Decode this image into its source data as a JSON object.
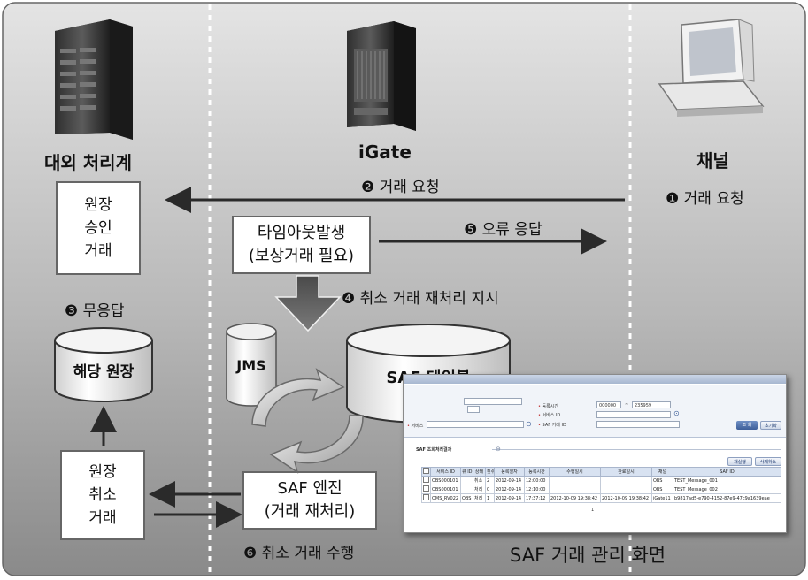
{
  "columns": {
    "external": "대외 처리계",
    "igate": "iGate",
    "channel": "채널"
  },
  "steps": {
    "s1": "❶ 거래 요청",
    "s2": "❷ 거래 요청",
    "s3": "❸ 무응답",
    "s4": "❹ 취소 거래 재처리 지시",
    "s5": "❺ 오류 응답",
    "s6": "❻ 취소 거래 수행"
  },
  "boxes": {
    "ledger_approve": [
      "원장",
      "승인",
      "거래"
    ],
    "timeout": [
      "타임아웃발생",
      "(보상거래 필요)"
    ],
    "ledger_cancel": [
      "원장",
      "취소",
      "거래"
    ],
    "saf_engine": [
      "SAF 엔진",
      "(거래 재처리)"
    ]
  },
  "databases": {
    "ledger": "해당 원장",
    "jms": "JMS",
    "saf_table": "SAF 테이블"
  },
  "saf_screen_caption": "SAF 거래 관리 화면",
  "saf_screen": {
    "label_reg_time": "등록시간",
    "reg_time_from": "000000",
    "reg_time_tilde": "~",
    "reg_time_to": "235959",
    "label_service_id": "서비스 ID",
    "label_saf_tx_id": "SAF 거래 ID",
    "label_service": "서비스",
    "btn_search": "조 회",
    "btn_reset": "초기화",
    "section_title": "SAF 조회처리결과",
    "btn_reprocess": "재실행",
    "btn_delete": "삭제하소",
    "headers": [
      "",
      "서비스 ID",
      "큐 ID",
      "상태",
      "횟수",
      "등록일자",
      "등록시간",
      "수행일시",
      "완료일시",
      "채널",
      "SAF ID"
    ],
    "rows": [
      [
        "",
        "OBS000101",
        "",
        "취소",
        "2",
        "2012-09-14",
        "12:00:00",
        "",
        "",
        "OBS",
        "TEST_Message_001"
      ],
      [
        "",
        "OBS000101",
        "",
        "처리",
        "0",
        "2012-09-14",
        "12:10:00",
        "",
        "",
        "OBS",
        "TEST_Message_002"
      ],
      [
        "",
        "OMS_RV022",
        "OBS",
        "처리",
        "1",
        "2012-09-14",
        "17:37:12",
        "2012-10-09 19:38:42",
        "2012-10-09 19:38:42",
        "iGate11",
        "b9817ad5-e790-4152-87e9-47c9a1639eae"
      ]
    ],
    "page": "1"
  },
  "colors": {
    "panel_light": "#d6d6d6",
    "panel_dark": "#8f8f8f",
    "arrow": "#2a2a2a",
    "box_fill": "#ffffff"
  }
}
